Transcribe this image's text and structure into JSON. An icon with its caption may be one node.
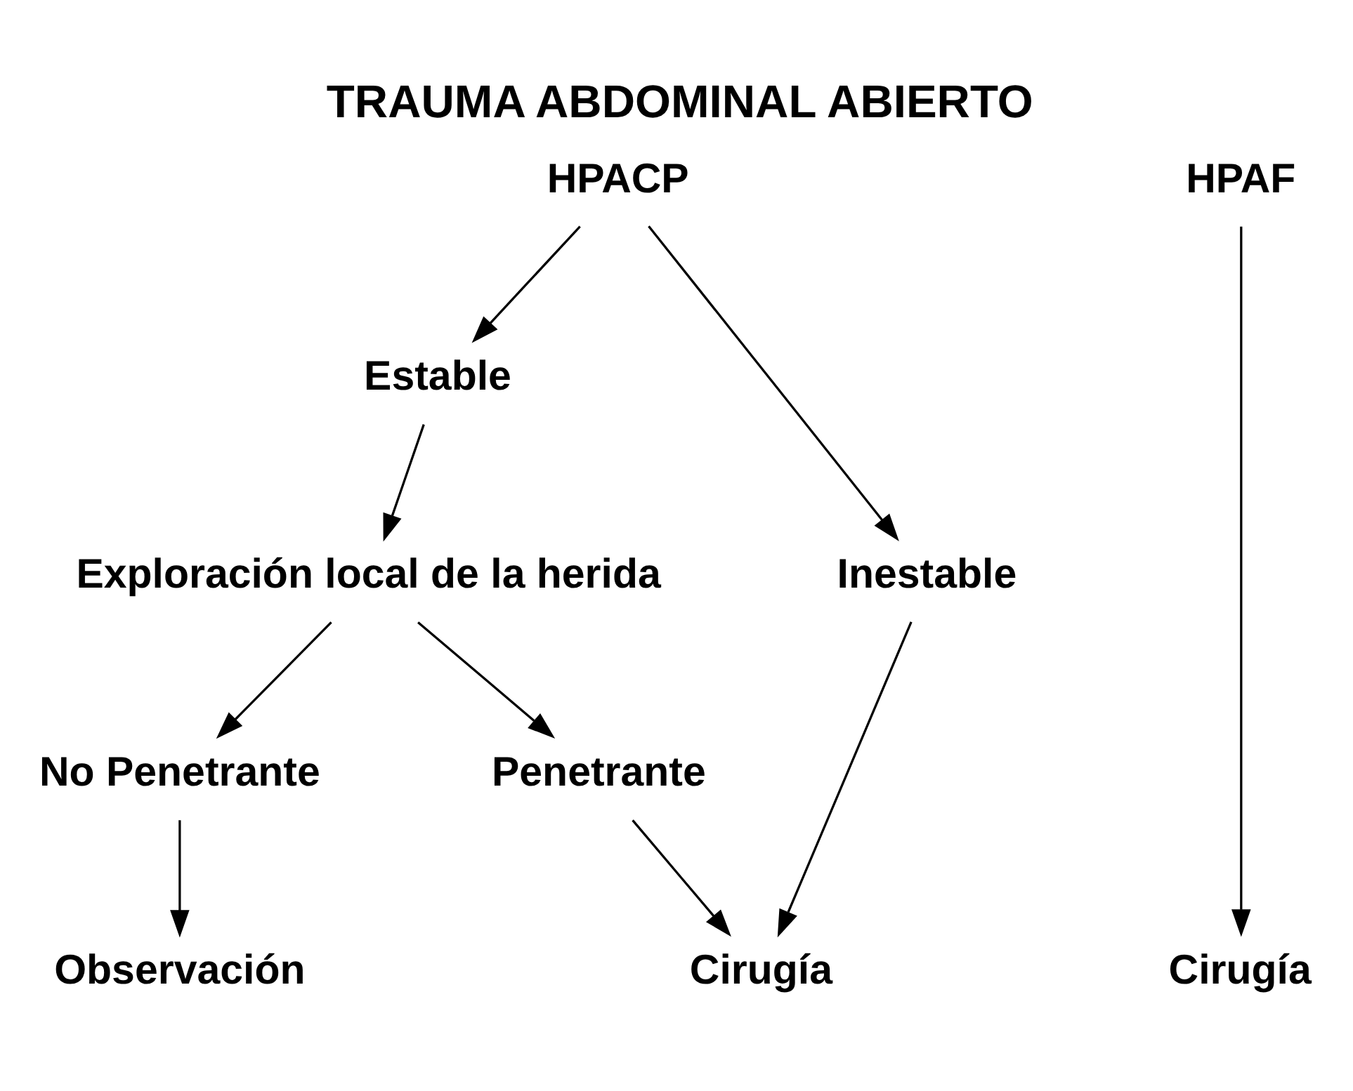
{
  "diagram": {
    "title": "TRAUMA ABDOMINAL ABIERTO",
    "nodes": [
      {
        "text": [
          "HPACP"
        ]
      },
      {
        "text": [
          "HPAF"
        ]
      },
      {
        "text": [
          "Estable"
        ]
      },
      {
        "text": [
          "Inestable"
        ]
      },
      {
        "text": [
          "Exploración local de la herida"
        ]
      },
      {
        "text": [
          "No Penetrante"
        ]
      },
      {
        "text": [
          "Penetrante"
        ]
      },
      {
        "text": [
          "Observación"
        ]
      },
      {
        "text": [
          "Cirugía"
        ]
      },
      {
        "text": [
          "Cirugía"
        ]
      }
    ],
    "edges": [
      {
        "from": 0,
        "to": 2,
        "arrow": "to"
      },
      {
        "from": 0,
        "to": 3,
        "arrow": "to"
      },
      {
        "from": 2,
        "to": 4,
        "arrow": "to"
      },
      {
        "from": 3,
        "to": 8,
        "arrow": "to"
      },
      {
        "from": 4,
        "to": 5,
        "arrow": "to"
      },
      {
        "from": 4,
        "to": 6,
        "arrow": "to"
      },
      {
        "from": 5,
        "to": 7,
        "arrow": "to"
      },
      {
        "from": 6,
        "to": 8,
        "arrow": "to"
      },
      {
        "from": 1,
        "to": 9,
        "arrow": "to"
      }
    ]
  }
}
